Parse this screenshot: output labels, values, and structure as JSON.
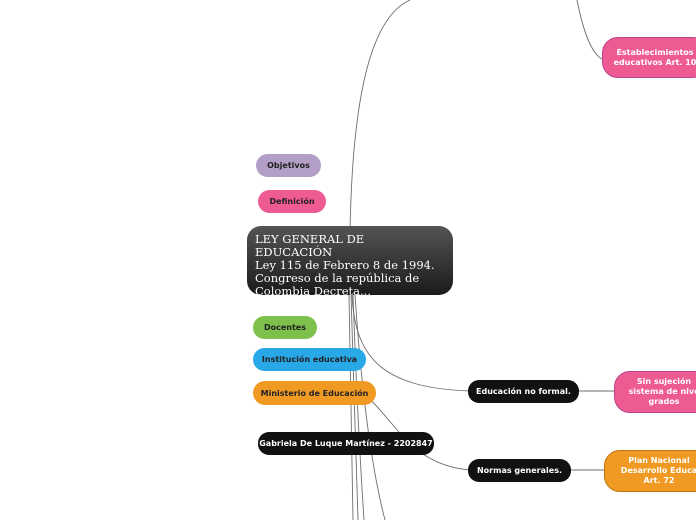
{
  "central": {
    "lines": [
      "LEY GENERAL DE EDUCACIÓN",
      "Ley 115 de Febrero 8 de 1994.",
      "Congreso de la república de",
      "Colombia Decreta..."
    ]
  },
  "left_nodes": {
    "objetivos": "Objetivos",
    "definicion": "Definición",
    "docentes": "Docentes",
    "institucion": "Institución educativa",
    "ministerio": "Ministerio de Educación",
    "author": "Gabriela De Luque Martínez - 2202847"
  },
  "branch_nodes": {
    "no_formal": "Educación no formal.",
    "normas": "Normas generales."
  },
  "right_nodes": {
    "establecimientos": [
      "Establecimientos",
      "educativos Art. 10"
    ],
    "sin_sujecion": [
      "Sin sujeción",
      "sistema de nive",
      "grados"
    ],
    "plan_nacional": [
      "Plan Nacional",
      "Desarrollo Educa",
      "Art. 72"
    ]
  },
  "colors": {
    "objetivos": "#b39ec7",
    "definicion": "#ee5a92",
    "docentes": "#7dc04b",
    "institucion": "#29a8e8",
    "ministerio": "#f09a24",
    "establecimientos": "#ee5a92",
    "sin_sujecion": "#ee5a92",
    "plan_nacional": "#f09a24",
    "dark": "#111111"
  }
}
